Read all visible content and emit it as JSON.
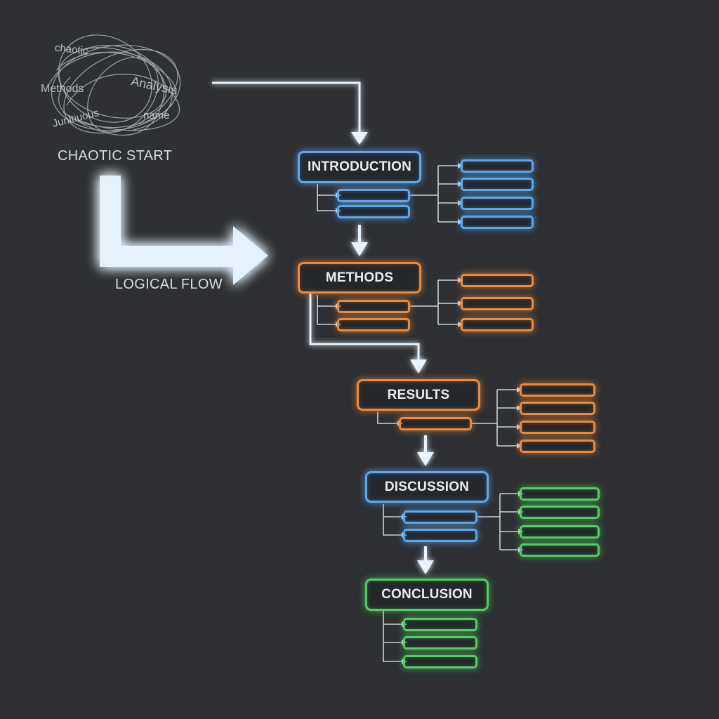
{
  "chaotic": {
    "caption": "CHAOTIC START",
    "words": [
      "chaotic",
      "Methods",
      "Analysis",
      "Junltiuous",
      "name"
    ]
  },
  "logical": {
    "caption": "LOGICAL FLOW"
  },
  "sections": [
    {
      "key": "introduction",
      "label": "INTRODUCTION",
      "color": "#5aa8f0"
    },
    {
      "key": "methods",
      "label": "METHODS",
      "color": "#ee8a3a"
    },
    {
      "key": "results",
      "label": "RESULTS",
      "color": "#ee8a3a"
    },
    {
      "key": "discussion",
      "label": "DISCUSSION",
      "color": "#5aa8f0"
    },
    {
      "key": "conclusion",
      "label": "CONCLUSION",
      "color": "#4fd160"
    }
  ],
  "colors": {
    "background": "#2e3033",
    "blue": "#5aa8f0",
    "orange": "#ee8a3a",
    "green": "#4fd160",
    "arrow": "#e8f4ff"
  }
}
